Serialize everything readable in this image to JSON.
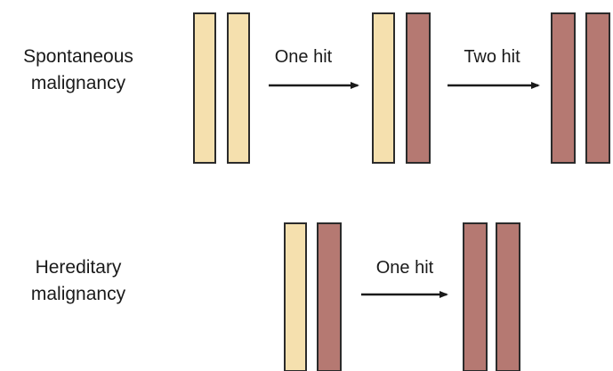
{
  "colors": {
    "normal_allele": "#f5e0ae",
    "mutated_allele": "#b57972",
    "outline": "#2b2b2b",
    "text": "#1a1a1a"
  },
  "rows": [
    {
      "label_lines": [
        "Spontaneous",
        "malignancy"
      ],
      "stages": [
        {
          "alleles": [
            "normal",
            "normal"
          ]
        },
        {
          "alleles": [
            "normal",
            "mutated"
          ]
        },
        {
          "alleles": [
            "mutated",
            "mutated"
          ]
        }
      ],
      "steps": [
        {
          "label": "One hit"
        },
        {
          "label": "Two hit"
        }
      ]
    },
    {
      "label_lines": [
        "Hereditary",
        "malignancy"
      ],
      "stages": [
        {
          "alleles": [
            "normal",
            "mutated"
          ]
        },
        {
          "alleles": [
            "mutated",
            "mutated"
          ]
        }
      ],
      "steps": [
        {
          "label": "One hit"
        }
      ]
    }
  ]
}
